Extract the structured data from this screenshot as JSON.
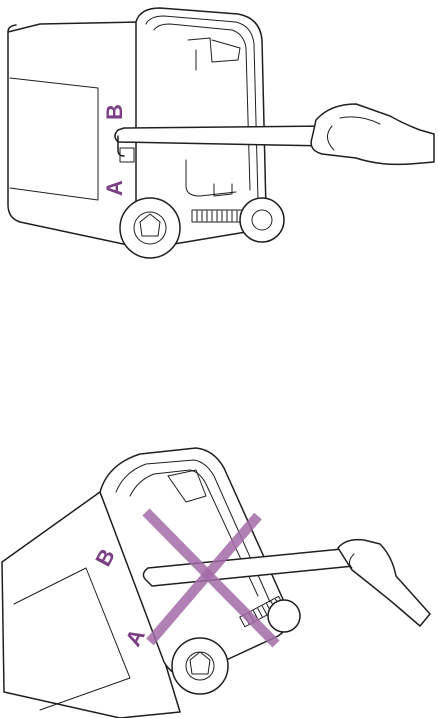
{
  "top_panel": {
    "label_a": "A",
    "label_b": "B"
  },
  "bottom_panel": {
    "label_a": "A",
    "label_b": "B"
  },
  "colors": {
    "label": "#7a3e82",
    "cross_mark": "#a36ba8",
    "line": "#1f1f1f"
  },
  "icons": [
    "crossed-out-x-icon"
  ]
}
